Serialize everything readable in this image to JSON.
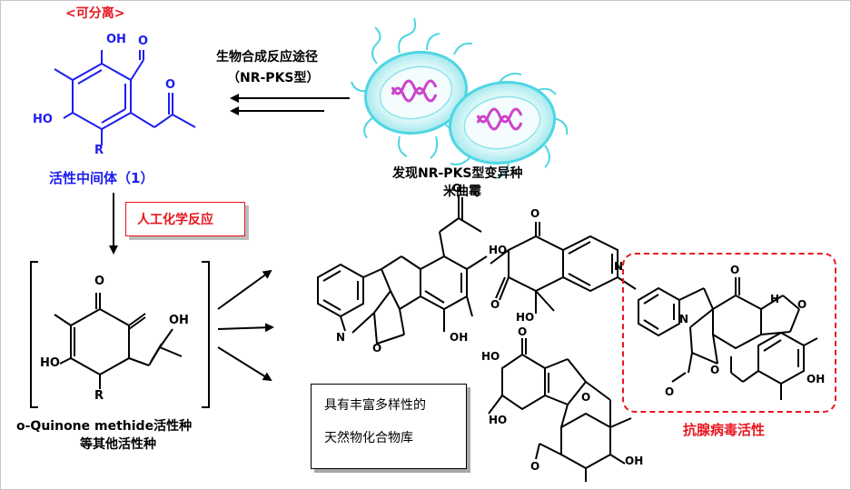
{
  "top_note": "<可分离>",
  "pathway_label_line1": "生物合成反应途径",
  "pathway_label_line2": "（NR-PKS型）",
  "fungus_caption_line1": "发现NR-PKS型变异种",
  "fungus_caption_line2": "米曲霉",
  "intermediate_label": "活性中间体（1）",
  "reaction_label": "人工化学反应",
  "species_label_line1": "o-Quinone methide活性种",
  "species_label_line2": "等其他活性种",
  "library_line1": "具有丰富多样性的",
  "library_line2": "天然物化合物库",
  "antiviral_label": "抗腺病毒活性",
  "atoms": {
    "oh": "OH",
    "ho": "HO",
    "o": "O",
    "r": "R",
    "n": "N",
    "nh": "N",
    "h": "H"
  },
  "colors": {
    "red": "#e8161e",
    "blue": "#1d1df0",
    "black": "#000000",
    "fungus_body": "#c4f2f4",
    "fungus_edge": "#4fd6e3",
    "dna_magenta": "#cc44cc"
  }
}
